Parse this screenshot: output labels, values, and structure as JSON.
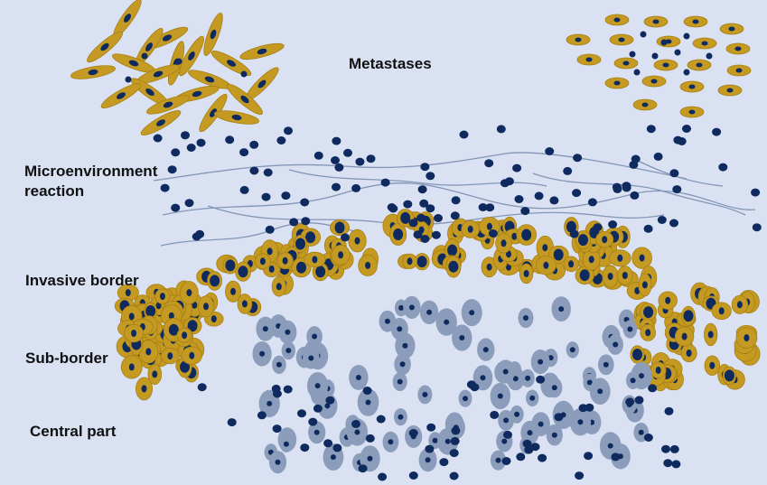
{
  "labels": {
    "metastases": "Metastases",
    "microenvironment_line1": "Microenvironment",
    "microenvironment_line2": "reaction",
    "invasive_border": "Invasive border",
    "sub_border": "Sub-border",
    "central_part": "Central part"
  },
  "colors": {
    "background": "#d9e1f2",
    "tumor_cell_cytoplasm": "#c49a22",
    "tumor_cell_outline": "#a87f12",
    "nucleus": "#0e2a5e",
    "central_cell_cytoplasm": "#8b9dbb",
    "stroma_fiber": "#8396b8"
  }
}
